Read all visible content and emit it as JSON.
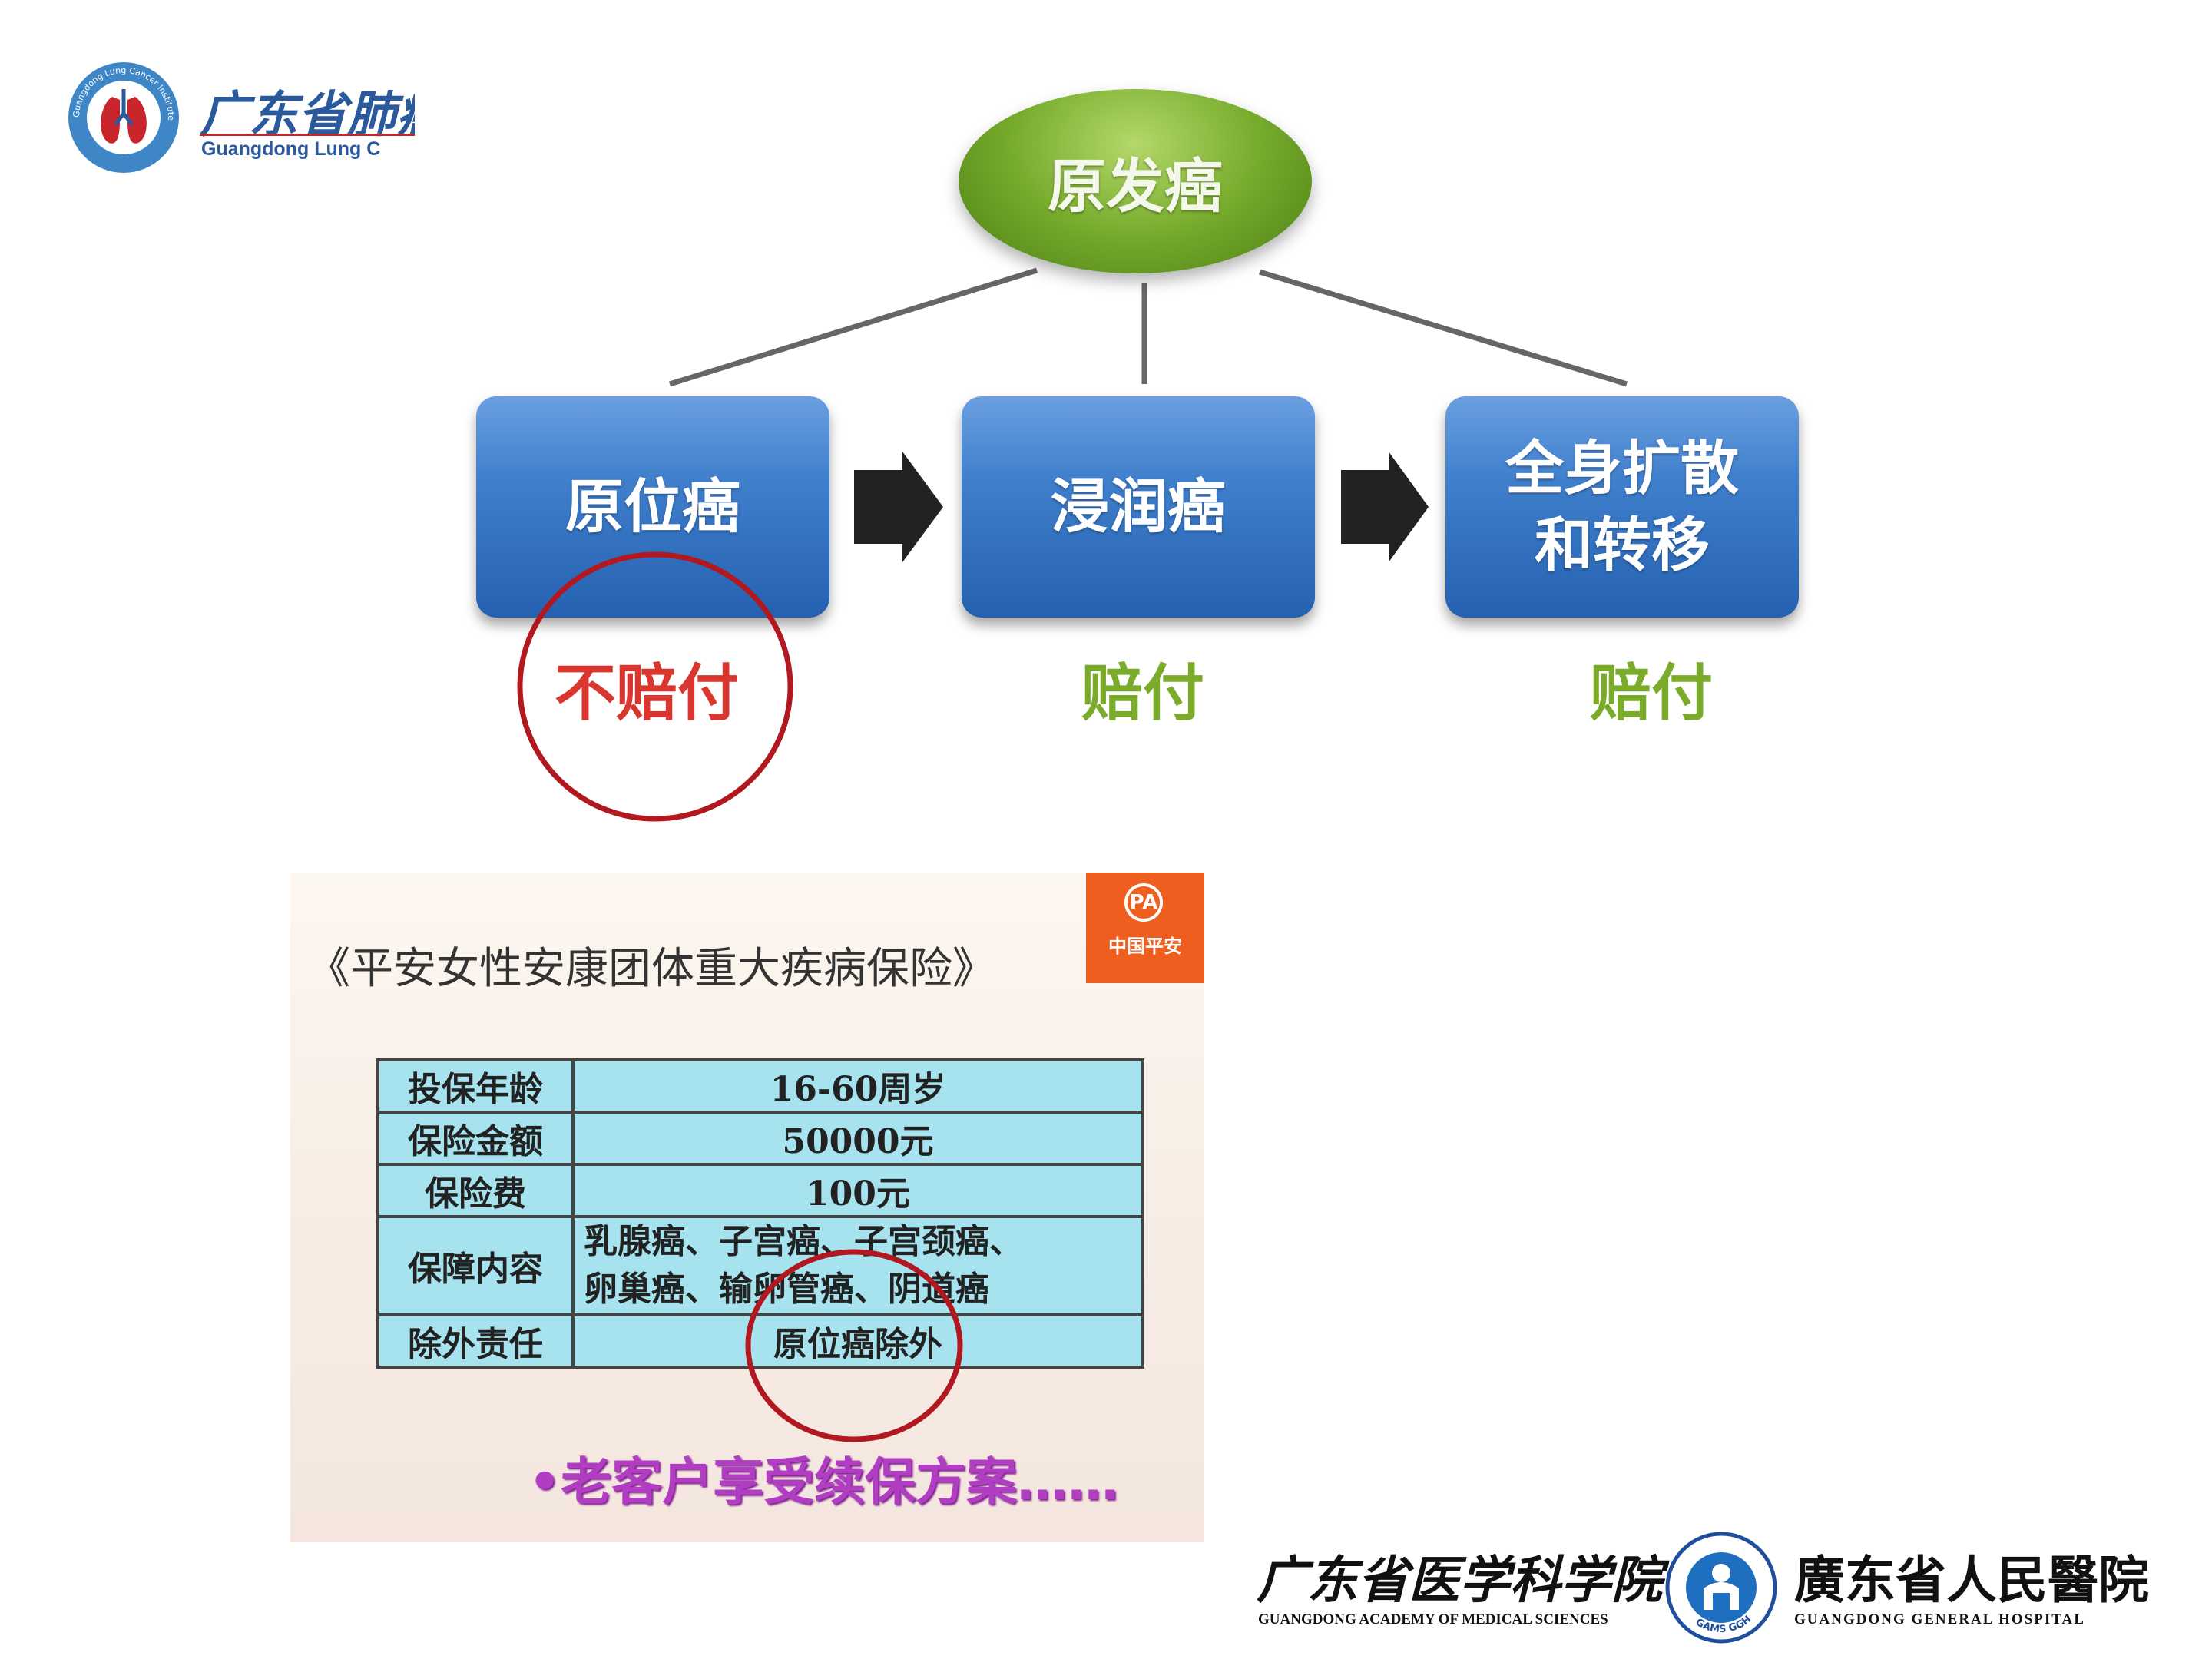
{
  "header_logo": {
    "name_cn": "广东省肺癌",
    "name_en": "Guangdong Lung C",
    "seal_text": "Guangdong Lung Cancer Institute",
    "colors": {
      "primary": "#2b5a9c",
      "accent": "#c8252c"
    }
  },
  "diagram": {
    "root": {
      "label": "原发癌"
    },
    "stages": [
      {
        "label": "原位癌",
        "payout": "不赔付",
        "payout_color": "#d8362f",
        "highlighted": true
      },
      {
        "label": "浸润癌",
        "payout": "赔付",
        "payout_color": "#7aab2a"
      },
      {
        "label": "全身扩散\n和转移",
        "payout": "赔付",
        "payout_color": "#7aab2a"
      }
    ],
    "colors": {
      "root": "#76ab2c",
      "stage": "#3f7fcc",
      "connector": "#666666",
      "arrow": "#222222",
      "highlight_circle": "#b1181f"
    }
  },
  "insurance_slide": {
    "title": "《平安女性安康团体重大疾病保险》",
    "logo": {
      "name": "中国平安",
      "mark": "PA"
    },
    "table": [
      {
        "key": "投保年龄",
        "value": "16-60周岁"
      },
      {
        "key": "保险金额",
        "value": "50000元"
      },
      {
        "key": "保险费",
        "value": "100元"
      },
      {
        "key": "保障内容",
        "value_line1": "乳腺癌、子宫癌、子宫颈癌、",
        "value_line2": "卵巢癌、输卵管癌、阴道癌"
      },
      {
        "key": "除外责任",
        "value": "原位癌除外",
        "highlighted": true
      }
    ],
    "footer": "•老客户享受续保方案……",
    "colors": {
      "table_bg": "#a6e3ee",
      "footer": "#b13ec2",
      "logo_bg": "#ee5e1e"
    }
  },
  "footer_logos": {
    "gams_cn": "广东省医学科学院",
    "gams_en": "GUANGDONG ACADEMY OF MEDICAL SCIENCES",
    "ggh_cn": "廣东省人民醫院",
    "ggh_en": "GUANGDONG GENERAL HOSPITAL",
    "seal_text": "GAMS GGH"
  }
}
